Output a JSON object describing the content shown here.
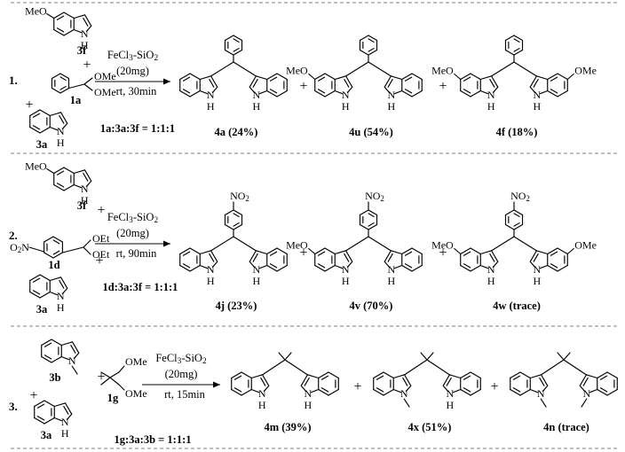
{
  "sections": [
    {
      "number": "1.",
      "reagents": {
        "indole_top": {
          "label": "3f",
          "substituent": "MeO",
          "nh": "N",
          "h": "H"
        },
        "acetal": {
          "label": "1a",
          "groups": [
            "OMe",
            "OMe"
          ],
          "plus": "+"
        },
        "indole_bottom": {
          "label": "3a",
          "nh": "N",
          "h": "H",
          "plus": "+"
        }
      },
      "conditions": {
        "catalyst": "FeCl3-SiO2",
        "amount": "(20mg)",
        "time": "rt, 30min",
        "ratio": "1a:3a:3f = 1:1:1"
      },
      "products": [
        {
          "label": "4a (24%)",
          "substituents": []
        },
        {
          "label": "4u (54%)",
          "substituents": [
            "MeO"
          ]
        },
        {
          "label": "4f (18%)",
          "substituents": [
            "MeO",
            "OMe"
          ]
        }
      ]
    },
    {
      "number": "2.",
      "reagents": {
        "indole_top": {
          "label": "3f",
          "substituent": "MeO",
          "nh": "N",
          "h": "H"
        },
        "acetal": {
          "label": "1d",
          "groups": [
            "OEt",
            "OEt"
          ],
          "nitro": "O2N",
          "plus": "+"
        },
        "indole_bottom": {
          "label": "3a",
          "nh": "N",
          "h": "H",
          "plus": "+"
        }
      },
      "conditions": {
        "catalyst": "FeCl3-SiO2",
        "amount": "(20mg)",
        "time": "rt, 90min",
        "ratio": "1d:3a:3f = 1:1:1"
      },
      "products": [
        {
          "label": "4j (23%)",
          "nitro": "NO2",
          "substituents": []
        },
        {
          "label": "4v (70%)",
          "nitro": "NO2",
          "substituents": [
            "MeO"
          ]
        },
        {
          "label": "4w (trace)",
          "nitro": "NO2",
          "substituents": [
            "MeO",
            "OMe"
          ]
        }
      ]
    },
    {
      "number": "3.",
      "reagents": {
        "indole_top": {
          "label": "3b",
          "nh": "N"
        },
        "acetal": {
          "label": "1g",
          "groups": [
            "OMe",
            "OMe"
          ],
          "plus": "+"
        },
        "indole_bottom": {
          "label": "3a",
          "nh": "N",
          "h": "H",
          "plus": "+"
        }
      },
      "conditions": {
        "catalyst": "FeCl3-SiO2",
        "amount": "(20mg)",
        "time": "rt, 15min",
        "ratio": "1g:3a:3b = 1:1:1"
      },
      "products": [
        {
          "label": "4m (39%)"
        },
        {
          "label": "4x (51%)"
        },
        {
          "label": "4n (trace)"
        }
      ]
    }
  ],
  "plus_sign": "+",
  "atoms": {
    "N": "N",
    "H": "H"
  }
}
